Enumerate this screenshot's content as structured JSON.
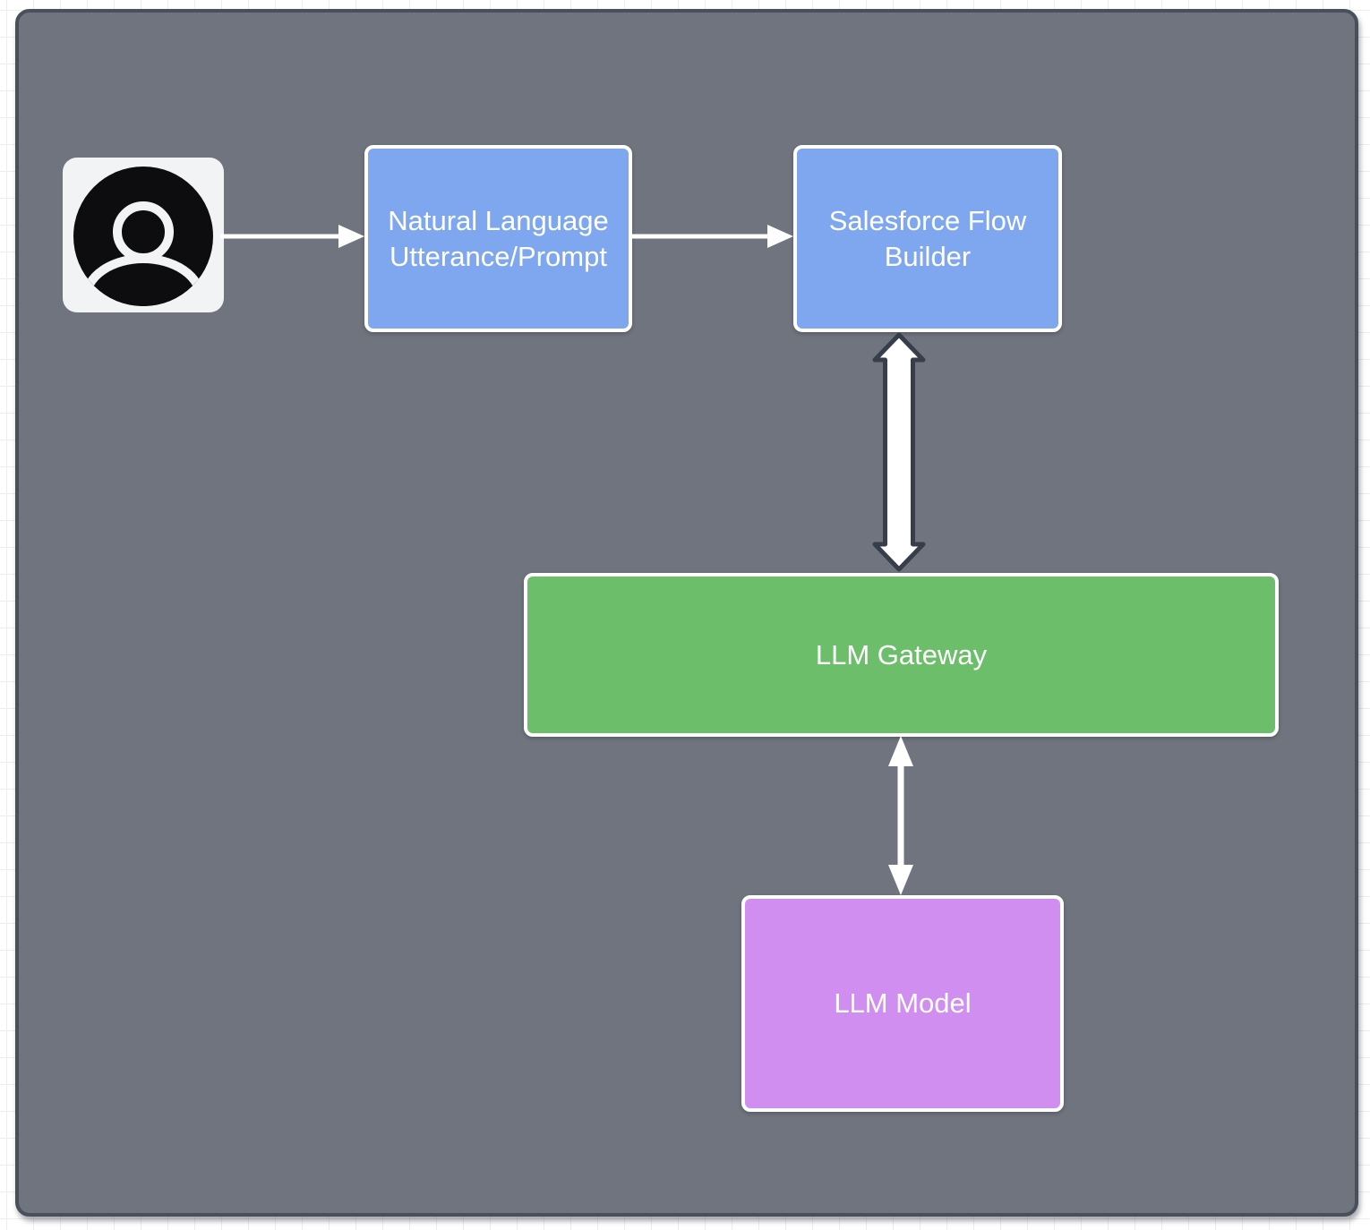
{
  "diagram": {
    "title": "LLM flow architecture diagram",
    "nodes": [
      {
        "id": "user",
        "type": "icon",
        "icon": "user-avatar-icon",
        "label": ""
      },
      {
        "id": "nl_prompt",
        "type": "box",
        "label": "Natural Language Utterance/Prompt",
        "color": "#7EA7EF"
      },
      {
        "id": "flow_builder",
        "type": "box",
        "label": "Salesforce Flow Builder",
        "color": "#7EA7EF"
      },
      {
        "id": "llm_gateway",
        "type": "box",
        "label": "LLM Gateway",
        "color": "#6CBE6B"
      },
      {
        "id": "llm_model",
        "type": "box",
        "label": "LLM Model",
        "color": "#D08FF0"
      }
    ],
    "edges": [
      {
        "from": "user",
        "to": "nl_prompt",
        "style": "single-arrow-right"
      },
      {
        "from": "nl_prompt",
        "to": "flow_builder",
        "style": "single-arrow-right"
      },
      {
        "from": "flow_builder",
        "to": "llm_gateway",
        "style": "double-arrow-thick-outlined"
      },
      {
        "from": "llm_gateway",
        "to": "llm_model",
        "style": "double-arrow-thin"
      }
    ],
    "colors": {
      "canvas_background": "#ffffff",
      "grid_line": "#ebedef",
      "panel_fill": "#70747E",
      "panel_border": "#4A505B",
      "node_border": "#ffffff",
      "node_text": "#ffffff",
      "blue_node": "#7EA7EF",
      "green_node": "#6CBE6B",
      "purple_node": "#D08FF0",
      "arrow_fill": "#ffffff",
      "thick_arrow_outline": "#363D4B",
      "avatar_background": "#F2F3F5",
      "avatar_glyph": "#0D0D0F"
    }
  }
}
